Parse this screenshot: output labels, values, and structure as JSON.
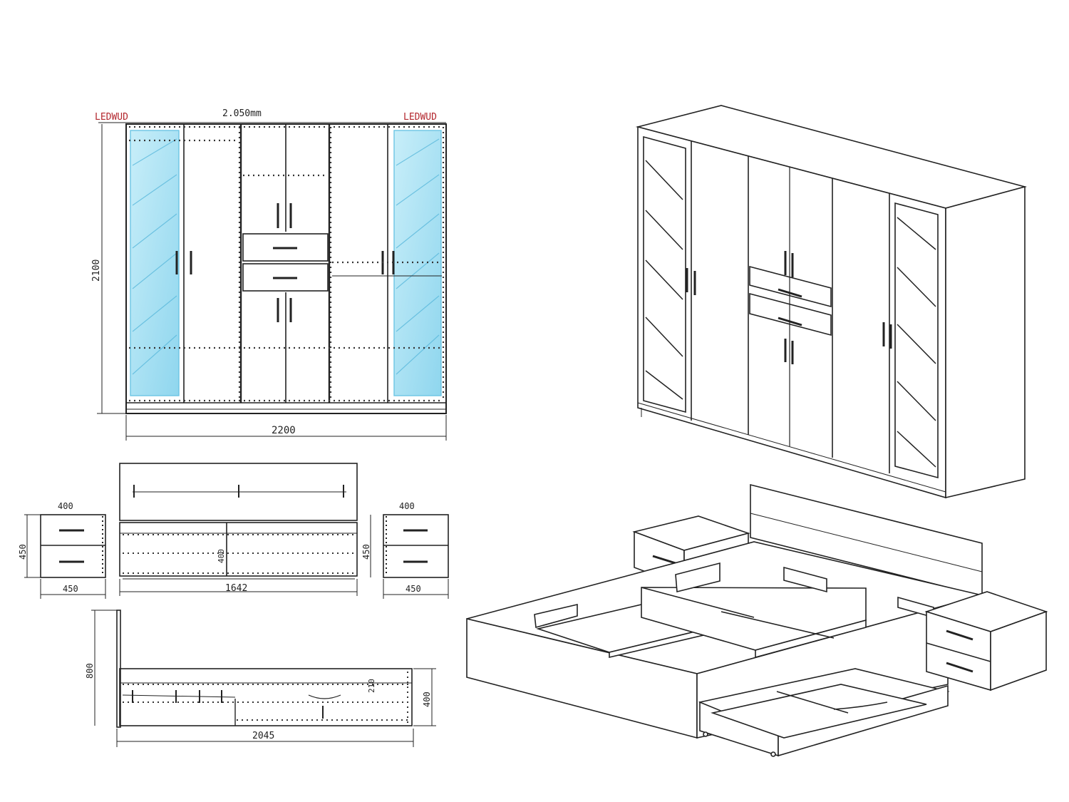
{
  "wardrobe_front": {
    "left_label": "LEDWUD",
    "top_label": "2.050mm",
    "right_label": "LEDWUD",
    "height_label": "2100",
    "width_label": "2200"
  },
  "bed_front": {
    "left_nightstand": {
      "top_label": "400",
      "height_label": "450",
      "width_label": "450"
    },
    "right_nightstand": {
      "top_label": "400",
      "height_label": "450",
      "width_label": "450"
    },
    "bed_width_label": "1642",
    "inner_height_label": "400"
  },
  "bed_side": {
    "height_label": "800",
    "inner_label": "210",
    "right_height_label": "400",
    "length_label": "2045"
  },
  "colors": {
    "line": "#222222",
    "mirror": "#8fd6ee",
    "accent_red": "#b3262d"
  }
}
